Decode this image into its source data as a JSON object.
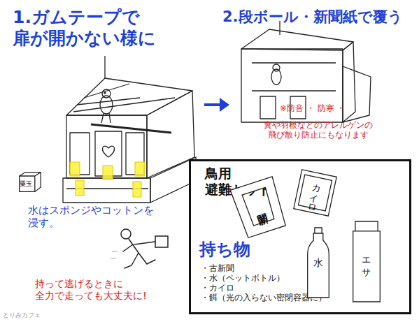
{
  "diagram": {
    "nodes": [
      {
        "text": [
          "鳥用 避難セット",
          "持ち物",
          "・古新聞",
          "・水（ペットボトル）",
          "・カイロ",
          "・餌（光の入らない密閉容器に）"
        ]
      },
      {
        "text": [
          "新聞"
        ],
        "in": 0
      },
      {
        "text": [
          "カイロ"
        ],
        "in": 0
      },
      {
        "text": [
          "水"
        ],
        "in": 0
      },
      {
        "text": [
          "エサ"
        ],
        "in": 0
      },
      {
        "text": [
          "粟玉"
        ]
      }
    ],
    "labels": [
      "1.ガムテープで 扉が開かない様に",
      "2.段ボール・新聞紙で覆う",
      "※防音 ・ 防寒 ・",
      "糞や羽根などのアレルゲンの 飛び散り防止にもなります",
      "水はスポンジやコットンを 浸す。",
      "持って逃げるときに 全力で走っても大丈夫に!",
      "とりみカフェ"
    ]
  }
}
